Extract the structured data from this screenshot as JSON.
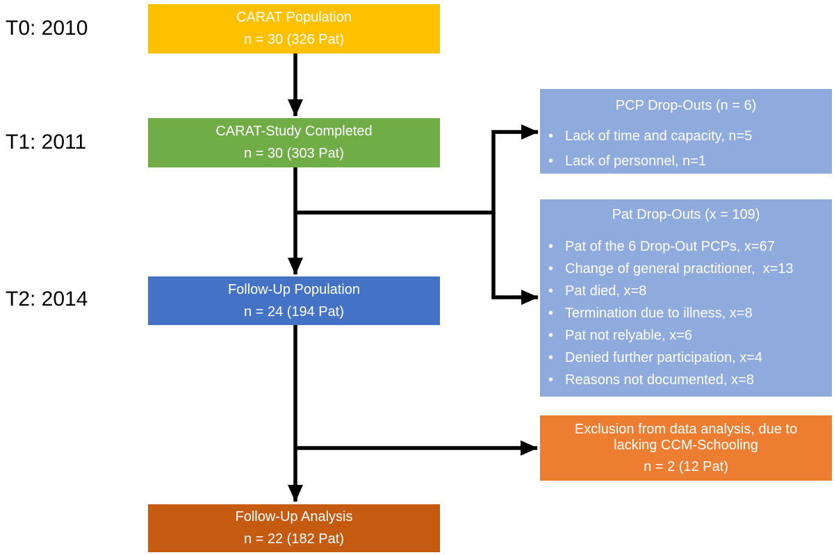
{
  "glyphs": {
    "bullet": "•"
  },
  "colors": {
    "carat_population": "#FFC000",
    "carat_study_completed": "#70AD47",
    "follow_up_population": "#4472C4",
    "follow_up_analysis": "#C55A11",
    "side_box": "#8FAADC",
    "exclusion_box": "#ED7D31",
    "connector": "#000000",
    "box_text": "#FFFFFF",
    "timeline_text": "#000000"
  },
  "timeline": {
    "t0": "T0: 2010",
    "t1": "T1: 2011",
    "t2": "T2: 2014"
  },
  "flow": {
    "carat_population": {
      "title": "CARAT Population",
      "subtitle": "n = 30 (326 Pat)"
    },
    "carat_study_completed": {
      "title": "CARAT-Study Completed",
      "subtitle": "n = 30 (303 Pat)"
    },
    "follow_up_population": {
      "title": "Follow-Up Population",
      "subtitle": "n = 24 (194 Pat)"
    },
    "follow_up_analysis": {
      "title": "Follow-Up Analysis",
      "subtitle": "n = 22 (182 Pat)"
    }
  },
  "side": {
    "pcp_dropouts": {
      "title": "PCP Drop-Outs (n = 6)",
      "bullets": [
        "Lack of time and capacity, n=5",
        "Lack of personnel, n=1"
      ]
    },
    "pat_dropouts": {
      "title": "Pat Drop-Outs (x = 109)",
      "bullets": [
        "Pat of the 6 Drop-Out PCPs, x=67",
        "Change of general practitioner,  x=13",
        "Pat died, x=8",
        "Termination due to illness, x=8",
        "Pat not relyable, x=6",
        "Denied further participation, x=4",
        "Reasons not documented, x=8"
      ]
    },
    "exclusion": {
      "title": "Exclusion from data analysis, due to lacking CCM-Schooling",
      "subtitle": "n = 2 (12 Pat)"
    }
  }
}
